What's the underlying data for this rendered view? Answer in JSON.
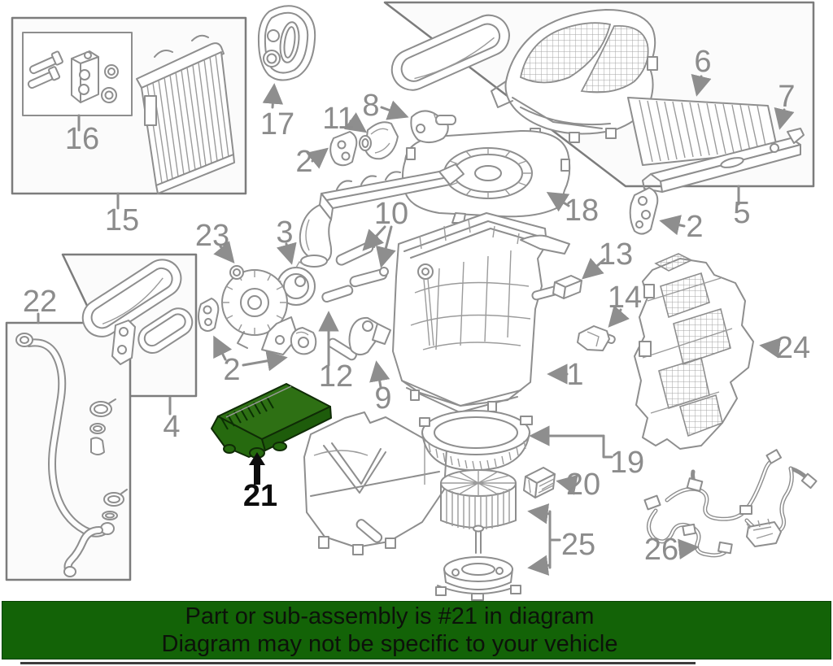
{
  "banner": {
    "line1": "Part or sub-assembly is #21 in diagram",
    "line2": "Diagram may not be specific to your vehicle",
    "background_color": "#136307",
    "text_color": "#0c120a"
  },
  "highlight": {
    "part_number": "21",
    "fill_top": "#2e7014",
    "fill_side": "#1e5c0b",
    "fill_end": "#266a0f",
    "outline": "#0f2b06",
    "arrow_color": "#0d0d0d"
  },
  "diagram": {
    "stroke_color": "#8e8e8e",
    "label_color": "#8c8c8c",
    "callouts": [
      {
        "text": "16"
      },
      {
        "text": "15"
      },
      {
        "text": "17"
      },
      {
        "text": "2"
      },
      {
        "text": "11"
      },
      {
        "text": "8"
      },
      {
        "text": "6"
      },
      {
        "text": "7"
      },
      {
        "text": "5"
      },
      {
        "text": "18"
      },
      {
        "text": "2"
      },
      {
        "text": "23"
      },
      {
        "text": "3"
      },
      {
        "text": "10"
      },
      {
        "text": "12"
      },
      {
        "text": "9"
      },
      {
        "text": "2"
      },
      {
        "text": "13"
      },
      {
        "text": "14"
      },
      {
        "text": "1"
      },
      {
        "text": "24"
      },
      {
        "text": "22"
      },
      {
        "text": "4"
      },
      {
        "text": "19"
      },
      {
        "text": "20"
      },
      {
        "text": "25"
      },
      {
        "text": "26"
      },
      {
        "text": "21"
      }
    ]
  }
}
